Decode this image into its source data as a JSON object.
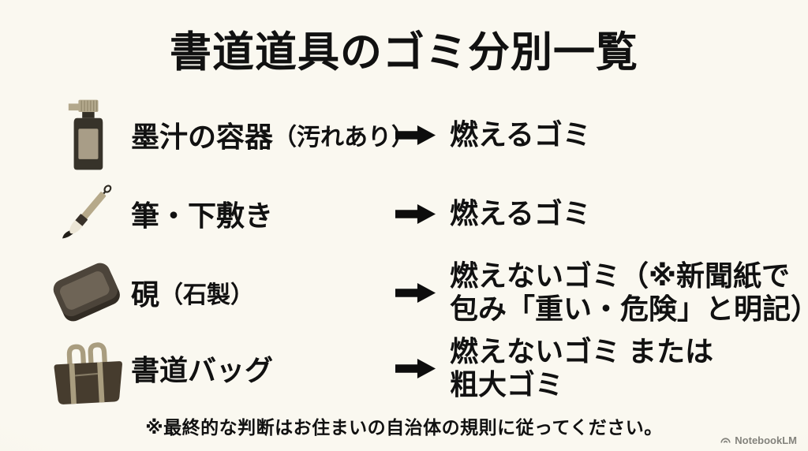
{
  "title": "書道道具のゴミ分別一覧",
  "rows": [
    {
      "icon": "ink-bottle",
      "label": "墨汁の容器",
      "label_note": "（汚れあり）",
      "result_lines": [
        "燃えるゴミ"
      ]
    },
    {
      "icon": "calligraphy-brush",
      "label": "筆・下敷き",
      "result_lines": [
        "燃えるゴミ"
      ]
    },
    {
      "icon": "inkstone",
      "label": "硯",
      "label_note": "（石製）",
      "result_lines": [
        "燃えないゴミ（※新聞紙で",
        "包み「重い・危険」と明記）"
      ]
    },
    {
      "icon": "calligraphy-bag",
      "label": "書道バッグ",
      "result_lines": [
        "燃えないゴミ または",
        "粗大ゴミ"
      ]
    }
  ],
  "footer_note": "※最終的な判断はお住まいの自治体の規則に従ってください。",
  "watermark": "NotebookLM",
  "colors": {
    "background": "#f7f4ea",
    "text": "#111111",
    "arrow_black": "#0d0d0d",
    "icon_dark_brown": "#37332a",
    "icon_tan": "#aca183",
    "icon_stone_inner": "#6e6456",
    "watermark_gray": "#84837d"
  }
}
